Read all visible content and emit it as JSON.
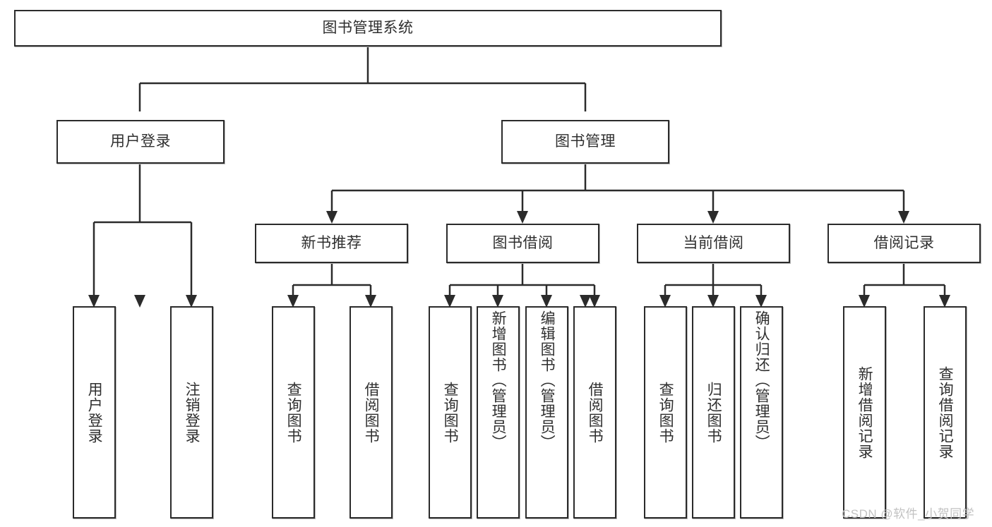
{
  "diagram": {
    "type": "tree-hierarchy-diagram",
    "title": "图书管理系统",
    "orientation": "top-down",
    "colors": {
      "box_border": "#2b2b2b",
      "box_fill": "#ffffff",
      "connector": "#2b2b2b",
      "text": "#2f2f2f",
      "watermark": "#c2c2c2",
      "background": "#ffffff"
    },
    "root": {
      "id": "root",
      "label": "图书管理系统",
      "level": 0
    },
    "level1": [
      {
        "id": "user-login",
        "label": "用户登录",
        "level": 1
      },
      {
        "id": "book-management",
        "label": "图书管理",
        "level": 1
      }
    ],
    "level2": [
      {
        "id": "new-book-recommend",
        "label": "新书推荐",
        "level": 2,
        "parent": "book-management"
      },
      {
        "id": "book-borrow",
        "label": "图书借阅",
        "level": 2,
        "parent": "book-management"
      },
      {
        "id": "current-borrow",
        "label": "当前借阅",
        "level": 2,
        "parent": "book-management"
      },
      {
        "id": "borrow-record",
        "label": "借阅记录",
        "level": 2,
        "parent": "book-management"
      }
    ],
    "leaves": [
      {
        "id": "leaf-user-login",
        "label": "用户登录",
        "parent": "user-login"
      },
      {
        "id": "leaf-logout-login",
        "label": "注销登录",
        "parent": "user-login"
      },
      {
        "id": "leaf-query-book-1",
        "label": "查询图书",
        "parent": "new-book-recommend"
      },
      {
        "id": "leaf-borrow-book-1",
        "label": "借阅图书",
        "parent": "new-book-recommend"
      },
      {
        "id": "leaf-query-book-2",
        "label": "查询图书",
        "parent": "book-borrow"
      },
      {
        "id": "leaf-add-book",
        "label": "新增图书（管理员）",
        "parent": "book-borrow"
      },
      {
        "id": "leaf-edit-book",
        "label": "编辑图书（管理员）",
        "parent": "book-borrow"
      },
      {
        "id": "leaf-borrow-book-2",
        "label": "借阅图书",
        "parent": "book-borrow"
      },
      {
        "id": "leaf-query-book-3",
        "label": "查询图书",
        "parent": "current-borrow"
      },
      {
        "id": "leaf-return-book",
        "label": "归还图书",
        "parent": "current-borrow"
      },
      {
        "id": "leaf-confirm-return",
        "label": "确认归还（管理员）",
        "parent": "current-borrow"
      },
      {
        "id": "leaf-add-record",
        "label": "新增借阅记录",
        "parent": "borrow-record"
      },
      {
        "id": "leaf-query-record",
        "label": "查询借阅记录",
        "parent": "borrow-record"
      }
    ]
  },
  "watermark": {
    "text": "CSDN @软件_小贺同学"
  }
}
